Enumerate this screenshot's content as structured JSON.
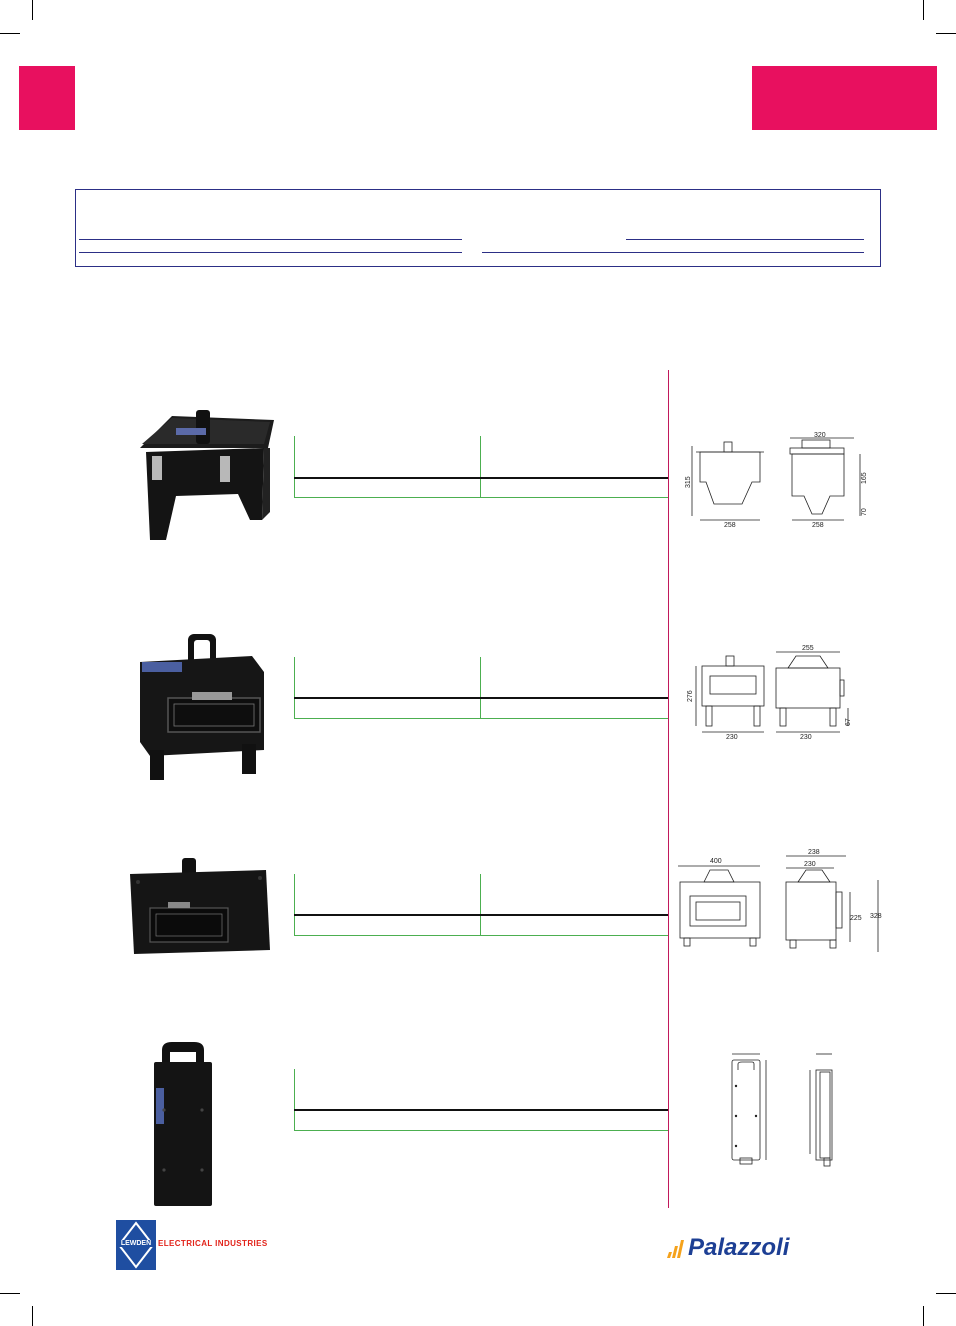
{
  "colors": {
    "accent": "#e8105f",
    "box_border": "#2c2f86",
    "table_green": "#4caf50",
    "divider": "#c2185b",
    "lewden_red": "#e2231a",
    "lewden_blue": "#1f4ea1",
    "palazzoli_blue": "#1d3f94",
    "palazzoli_orange": "#f5a21b"
  },
  "products": [
    {
      "drawing": {
        "front": {
          "height": "315",
          "width": "258"
        },
        "side": {
          "top": "320",
          "upper": "165",
          "lower": "70",
          "width": "258"
        }
      }
    },
    {
      "drawing": {
        "front": {
          "height": "276",
          "width": "230"
        },
        "side": {
          "top": "255",
          "lower": "67",
          "width": "230"
        }
      }
    },
    {
      "drawing": {
        "front": {
          "top": "400"
        },
        "side": {
          "top": "238",
          "inner": "230",
          "mid": "225",
          "height": "328"
        }
      }
    },
    {
      "drawing": {}
    }
  ],
  "footer": {
    "lewden": {
      "mark": "LEWDEN",
      "text": "ELECTRICAL INDUSTRIES"
    },
    "palazzoli": {
      "name": "Palazzoli"
    }
  }
}
